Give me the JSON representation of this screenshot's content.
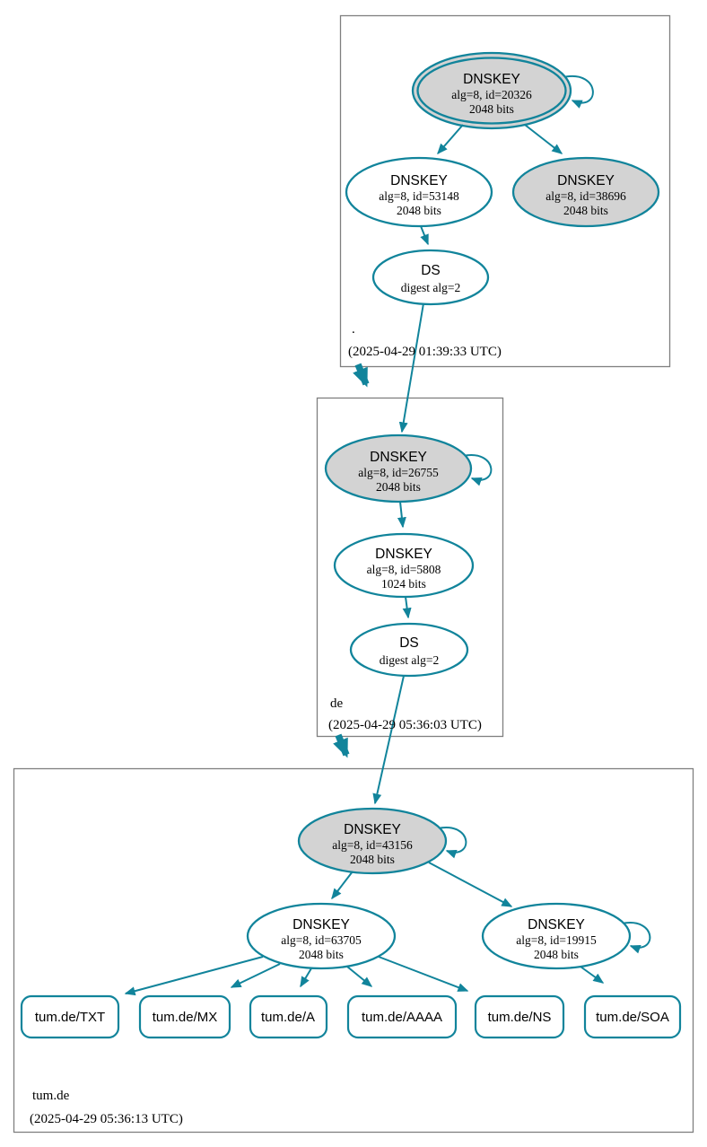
{
  "diagram": {
    "kind": "dnssec-authentication-chain-graph",
    "colors": {
      "secure_teal": "#11849b",
      "ksk_fill": "#d3d3d3",
      "zsk_fill": "#ffffff",
      "zone_box_border": "#7f7f7f",
      "background": "#ffffff",
      "text": "#000000"
    }
  },
  "zones": [
    {
      "name": ".",
      "timestamp": "(2025-04-29 01:39:33 UTC)",
      "nodes": {
        "ksk": {
          "title": "DNSKEY",
          "detail": "alg=8, id=20326",
          "bits": "2048 bits"
        },
        "zsk": {
          "title": "DNSKEY",
          "detail": "alg=8, id=53148",
          "bits": "2048 bits"
        },
        "key2": {
          "title": "DNSKEY",
          "detail": "alg=8, id=38696",
          "bits": "2048 bits"
        },
        "ds": {
          "title": "DS",
          "detail": "digest alg=2"
        }
      }
    },
    {
      "name": "de",
      "timestamp": "(2025-04-29 05:36:03 UTC)",
      "nodes": {
        "ksk": {
          "title": "DNSKEY",
          "detail": "alg=8, id=26755",
          "bits": "2048 bits"
        },
        "zsk": {
          "title": "DNSKEY",
          "detail": "alg=8, id=5808",
          "bits": "1024 bits"
        },
        "ds": {
          "title": "DS",
          "detail": "digest alg=2"
        }
      }
    },
    {
      "name": "tum.de",
      "timestamp": "(2025-04-29 05:36:13 UTC)",
      "nodes": {
        "ksk": {
          "title": "DNSKEY",
          "detail": "alg=8, id=43156",
          "bits": "2048 bits"
        },
        "zsk": {
          "title": "DNSKEY",
          "detail": "alg=8, id=63705",
          "bits": "2048 bits"
        },
        "zsk2": {
          "title": "DNSKEY",
          "detail": "alg=8, id=19915",
          "bits": "2048 bits"
        }
      },
      "rrsets": [
        "tum.de/TXT",
        "tum.de/MX",
        "tum.de/A",
        "tum.de/AAAA",
        "tum.de/NS",
        "tum.de/SOA"
      ]
    }
  ]
}
